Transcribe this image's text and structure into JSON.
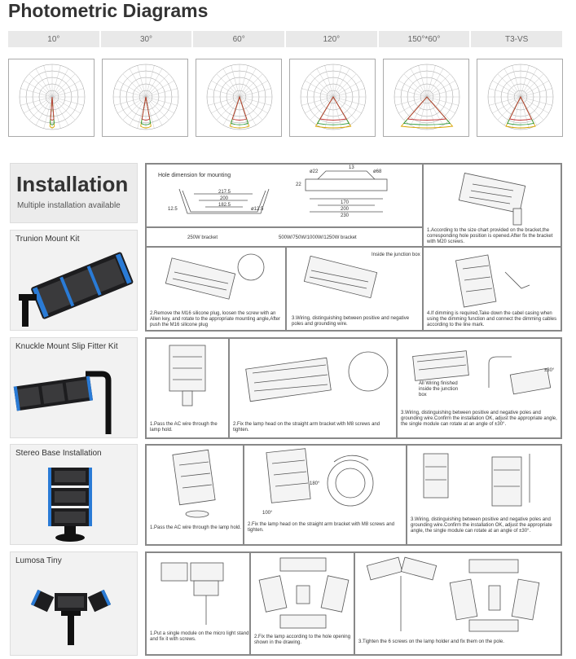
{
  "page_title": "Photometric Diagrams",
  "beam_tabs": [
    "10°",
    "30°",
    "60°",
    "120°",
    "150°*60°",
    "T3-VS"
  ],
  "installation": {
    "heading": "Installation",
    "subheading": "Multiple installation available"
  },
  "sections": {
    "trunion": {
      "label": "Trunion Mount Kit",
      "hole_title": "Hole dimension for mounting",
      "dims_250": [
        "217.5",
        "200",
        "182.5",
        "12.5",
        "ø12.5"
      ],
      "dims_500": [
        "ø22",
        "13",
        "ø68",
        "22",
        "170",
        "200",
        "230"
      ],
      "bracket_250": "250W bracket",
      "bracket_500": "500W/750W/1000W/1250W bracket",
      "step1": "1.According to the size chart provided on the bracket,the corresponding hole position is opened.After fix the bracket with M20 screws.",
      "step2": "2.Remove the M16 silicone plug, loosen the screw with an Allen key, and rotate to the appropriate mounting angle,After push the M16 silicone plug",
      "step3": "3.Wiring, distinguishing between positive and negative poles and grounding wire.",
      "step4": "4.If dimming is required,Take down the cabel casing when using the dimming function and connect the dimming cables according to the line mark.",
      "inside_box": "Inside the junction box"
    },
    "knuckle": {
      "label": "Knuckle Mount Slip Fitter Kit",
      "step1": "1.Pass the AC wire through the lamp hold.",
      "step2": "2.Fix the lamp head on the straight arm bracket with M8 screws and tighten.",
      "step3": "3.Wiring, distinguishing between positive and negative poles and grounding wire.Confirm the installation OK, adjust the appropriate angle, the single module can rotate at an angle of ±30°.",
      "angle": "±30°",
      "wiring_note": "All Wiring finished inside the junction box"
    },
    "stereo": {
      "label": "Stereo Base Installation",
      "step1": "1.Pass the AC wire through the lamp hold.",
      "step2": "2.Fix the lamp head on the straight arm bracket with M8 screws and tighten.",
      "step3": "3.Wiring, distinguishing between positive and negative poles and grounding wire.Confirm the installation OK, adjust the appropriate angle, the single module can rotate at an angle of ±30°.",
      "angle_180": "180°",
      "angle_100": "100°"
    },
    "lumosa": {
      "label": "Lumosa Tiny",
      "step1": "1.Put a single module on the micro light stand and fix it with screws.",
      "step2": "2.Fix the lamp according to the hole opening shown in the drawing.",
      "step3": "3.Tighten the 6 screws on the lamp holder and fix them on the pole."
    }
  }
}
